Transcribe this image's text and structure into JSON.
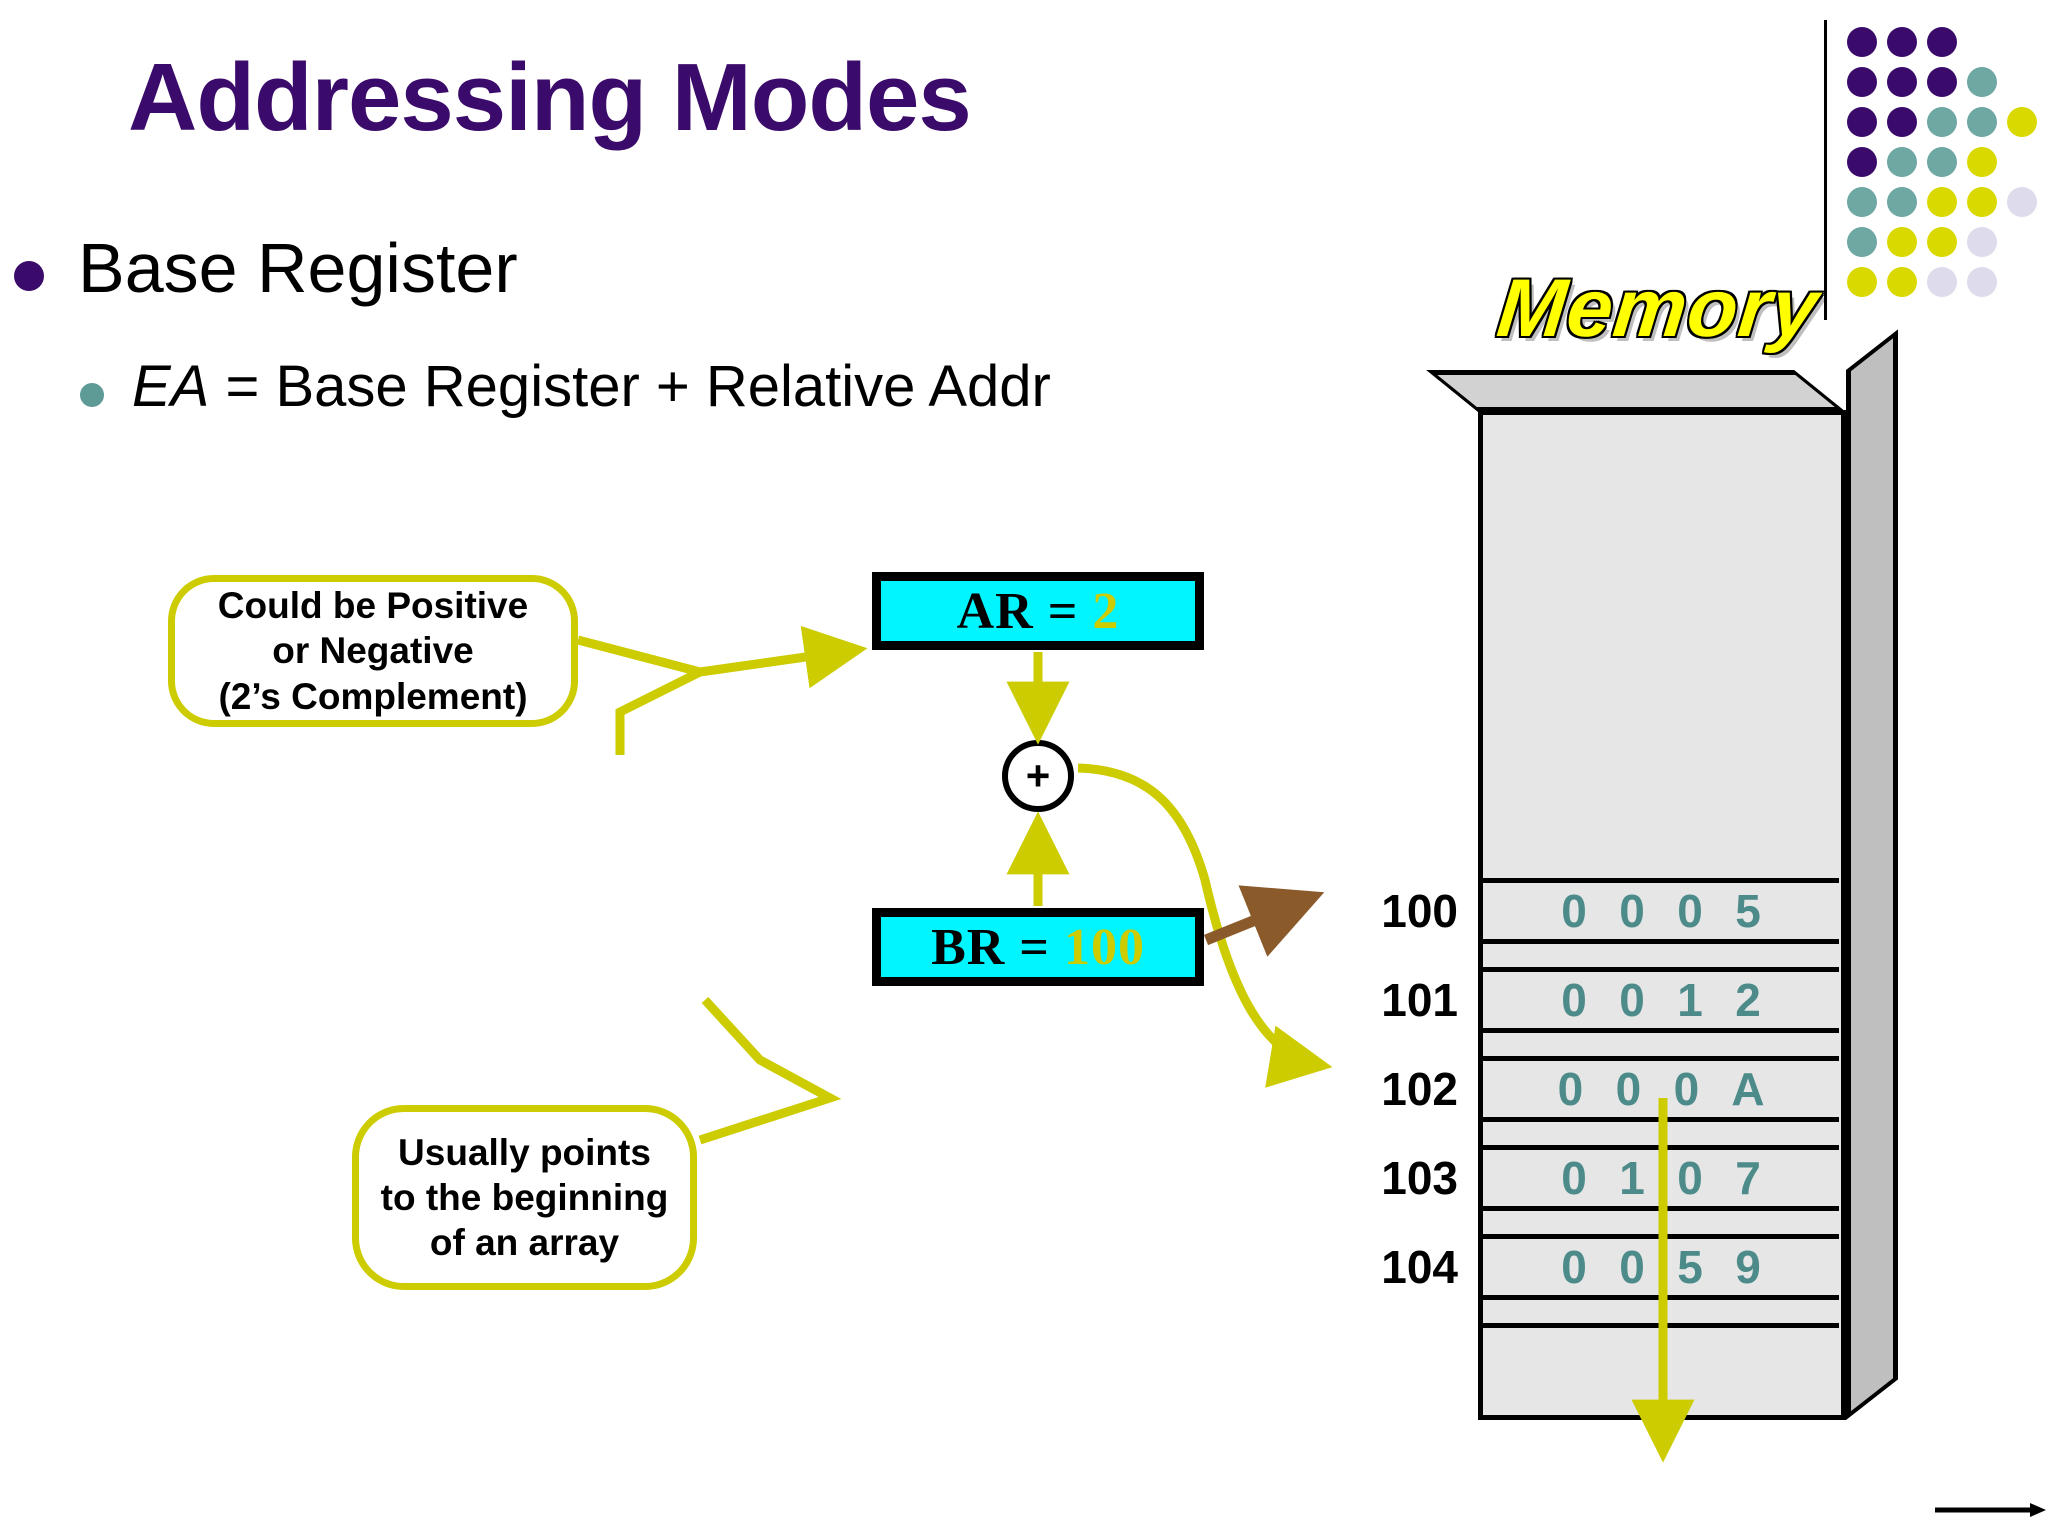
{
  "slide": {
    "title": "Addressing Modes",
    "bullets": {
      "level1": "Base Register",
      "level2_italic": "EA",
      "level2_rest": " = Base Register + Relative Addr"
    }
  },
  "callouts": [
    {
      "name": "ar-callout",
      "lines": [
        "Could be Positive",
        "or Negative",
        "(2’s Complement)"
      ],
      "text": "Could be Positive\nor Negative\n(2’s Complement)"
    },
    {
      "name": "br-callout",
      "lines": [
        "Usually points",
        "to the beginning",
        "of an array"
      ],
      "text": "Usually points\nto the beginning\nof an array"
    }
  ],
  "registers": {
    "ar": {
      "label": "AR =",
      "value": "2"
    },
    "br": {
      "label": "BR =",
      "value": "100"
    }
  },
  "adder": {
    "symbol": "+"
  },
  "memory": {
    "title": "Memory",
    "addresses": [
      "100",
      "101",
      "102",
      "103",
      "104"
    ],
    "cells": [
      {
        "address": "100",
        "nibbles": [
          "0",
          "0",
          "0",
          "5"
        ],
        "value": "0005"
      },
      {
        "address": "101",
        "nibbles": [
          "0",
          "0",
          "1",
          "2"
        ],
        "value": "0012"
      },
      {
        "address": "102",
        "nibbles": [
          "0",
          "0",
          "0",
          "A"
        ],
        "value": "000A"
      },
      {
        "address": "103",
        "nibbles": [
          "0",
          "1",
          "0",
          "7"
        ],
        "value": "0107"
      },
      {
        "address": "104",
        "nibbles": [
          "0",
          "0",
          "5",
          "9"
        ],
        "value": "0059"
      }
    ]
  },
  "colors": {
    "title_purple": "#3B0B6B",
    "callout_border": "#CCCC00",
    "register_fill": "#00F5FF",
    "register_value": "#CCCC00",
    "memory_text": "#4C8B89",
    "memory_fill": "#E6E6E6",
    "brown_arrow": "#8B5A2B",
    "yellow_arrow": "#CCCC00",
    "memory_wordart": "#FFFF00",
    "sub_bullet": "#5E9A96"
  },
  "logo": {
    "name": "dot-grid-logo",
    "palette": {
      "purple": "#3B0B6B",
      "teal": "#6FA8A3",
      "yellow": "#D9D900",
      "lavender": "#DEDCEC"
    },
    "grid": [
      [
        "purple",
        "purple",
        "purple",
        null,
        null
      ],
      [
        "purple",
        "purple",
        "purple",
        "teal",
        null
      ],
      [
        "purple",
        "purple",
        "teal",
        "teal",
        "yellow"
      ],
      [
        "purple",
        "teal",
        "teal",
        "yellow",
        null
      ],
      [
        "teal",
        "teal",
        "yellow",
        "yellow",
        "lavender"
      ],
      [
        "teal",
        "yellow",
        "yellow",
        "lavender",
        null
      ],
      [
        "yellow",
        "yellow",
        "lavender",
        "lavender",
        null
      ]
    ]
  }
}
